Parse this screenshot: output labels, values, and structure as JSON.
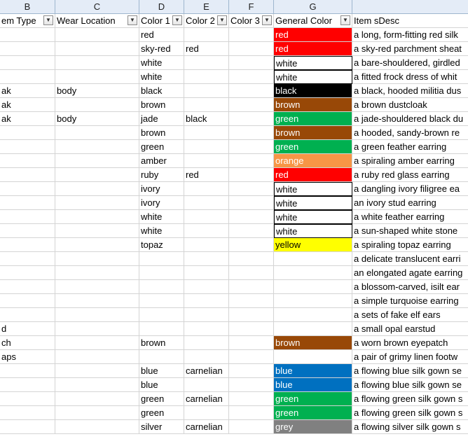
{
  "column_letters": [
    "B",
    "C",
    "D",
    "E",
    "F",
    "G",
    ""
  ],
  "headers": [
    "em Type",
    "Wear Location",
    "Color 1",
    "Color 2",
    "Color 3",
    "General Color",
    "Item sDesc"
  ],
  "filter_icon": "dropdown-arrow-icon",
  "colors": {
    "red": "#ff0000",
    "white": "#ffffff",
    "black": "#000000",
    "brown": "#984807",
    "green": "#00b050",
    "orange": "#f79646",
    "yellow": "#ffff00",
    "blue": "#0070c0",
    "grey": "#808080",
    "header_fill": "#e4ecf7",
    "gridline": "#d4d4d4"
  },
  "rows": [
    {
      "type": "",
      "wear": "",
      "c1": "red",
      "c2": "",
      "c3": "",
      "gen": "red",
      "desc": "a long, form-fitting red silk"
    },
    {
      "type": "",
      "wear": "",
      "c1": "sky-red",
      "c2": "red",
      "c3": "",
      "gen": "red",
      "desc": "a sky-red parchment sheat"
    },
    {
      "type": "",
      "wear": "",
      "c1": "white",
      "c2": "",
      "c3": "",
      "gen": "white",
      "desc": "a bare-shouldered, girdled"
    },
    {
      "type": "",
      "wear": "",
      "c1": "white",
      "c2": "",
      "c3": "",
      "gen": "white",
      "desc": "a fitted frock dress of whit"
    },
    {
      "type": "ak",
      "wear": "body",
      "c1": "black",
      "c2": "",
      "c3": "",
      "gen": "black",
      "desc": "a black, hooded militia dus"
    },
    {
      "type": "ak",
      "wear": "",
      "c1": "brown",
      "c2": "",
      "c3": "",
      "gen": "brown",
      "desc": "a brown dustcloak"
    },
    {
      "type": "ak",
      "wear": "body",
      "c1": "jade",
      "c2": "black",
      "c3": "",
      "gen": "green",
      "desc": "a jade-shouldered black du"
    },
    {
      "type": "",
      "wear": "",
      "c1": "brown",
      "c2": "",
      "c3": "",
      "gen": "brown",
      "desc": "a hooded, sandy-brown re"
    },
    {
      "type": "",
      "wear": "",
      "c1": "green",
      "c2": "",
      "c3": "",
      "gen": "green",
      "desc": "a green feather earring"
    },
    {
      "type": "",
      "wear": "",
      "c1": "amber",
      "c2": "",
      "c3": "",
      "gen": "orange",
      "desc": "a spiraling amber earring"
    },
    {
      "type": "",
      "wear": "",
      "c1": "ruby",
      "c2": "red",
      "c3": "",
      "gen": "red",
      "desc": "a ruby red glass earring"
    },
    {
      "type": "",
      "wear": "",
      "c1": "ivory",
      "c2": "",
      "c3": "",
      "gen": "white",
      "desc": "a dangling ivory filigree ea"
    },
    {
      "type": "",
      "wear": "",
      "c1": "ivory",
      "c2": "",
      "c3": "",
      "gen": "white",
      "desc": "an ivory stud earring"
    },
    {
      "type": "",
      "wear": "",
      "c1": "white",
      "c2": "",
      "c3": "",
      "gen": "white",
      "desc": "a white feather earring"
    },
    {
      "type": "",
      "wear": "",
      "c1": "white",
      "c2": "",
      "c3": "",
      "gen": "white",
      "desc": "a sun-shaped white stone"
    },
    {
      "type": "",
      "wear": "",
      "c1": "topaz",
      "c2": "",
      "c3": "",
      "gen": "yellow",
      "desc": "a spiraling topaz earring"
    },
    {
      "type": "",
      "wear": "",
      "c1": "",
      "c2": "",
      "c3": "",
      "gen": "",
      "desc": "a delicate translucent earri"
    },
    {
      "type": "",
      "wear": "",
      "c1": "",
      "c2": "",
      "c3": "",
      "gen": "",
      "desc": "an elongated agate earring"
    },
    {
      "type": "",
      "wear": "",
      "c1": "",
      "c2": "",
      "c3": "",
      "gen": "",
      "desc": "a blossom-carved, isilt ear"
    },
    {
      "type": "",
      "wear": "",
      "c1": "",
      "c2": "",
      "c3": "",
      "gen": "",
      "desc": "a simple turquoise earring"
    },
    {
      "type": "",
      "wear": "",
      "c1": "",
      "c2": "",
      "c3": "",
      "gen": "",
      "desc": "a sets of fake elf ears"
    },
    {
      "type": "d",
      "wear": "",
      "c1": "",
      "c2": "",
      "c3": "",
      "gen": "",
      "desc": "a small opal earstud"
    },
    {
      "type": "ch",
      "wear": "",
      "c1": "brown",
      "c2": "",
      "c3": "",
      "gen": "brown",
      "desc": "a worn brown eyepatch"
    },
    {
      "type": "aps",
      "wear": "",
      "c1": "",
      "c2": "",
      "c3": "",
      "gen": "",
      "desc": "a pair of grimy linen footw"
    },
    {
      "type": "",
      "wear": "",
      "c1": "blue",
      "c2": "carnelian",
      "c3": "",
      "gen": "blue",
      "desc": "a flowing blue silk gown se"
    },
    {
      "type": "",
      "wear": "",
      "c1": "blue",
      "c2": "",
      "c3": "",
      "gen": "blue",
      "desc": "a flowing blue silk gown se"
    },
    {
      "type": "",
      "wear": "",
      "c1": "green",
      "c2": "carnelian",
      "c3": "",
      "gen": "green",
      "desc": "a flowing green silk gown s"
    },
    {
      "type": "",
      "wear": "",
      "c1": "green",
      "c2": "",
      "c3": "",
      "gen": "green",
      "desc": "a flowing green silk gown s"
    },
    {
      "type": "",
      "wear": "",
      "c1": "silver",
      "c2": "carnelian",
      "c3": "",
      "gen": "grey",
      "desc": "a flowing silver silk gown s"
    }
  ]
}
